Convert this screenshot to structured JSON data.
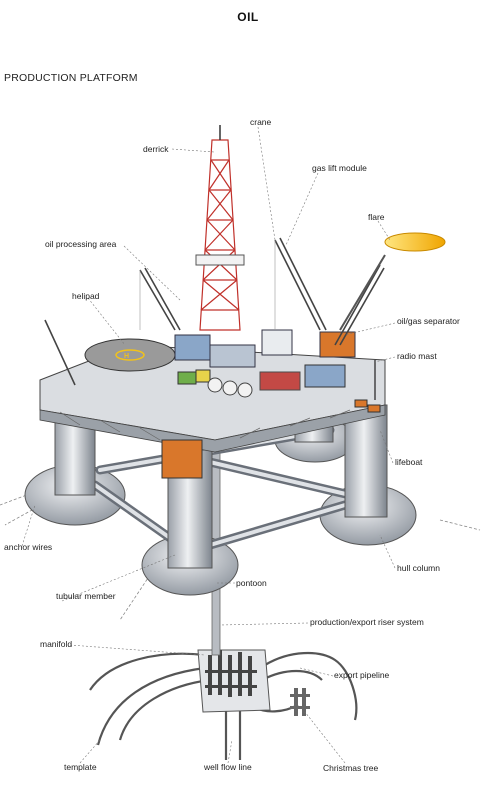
{
  "page_title": "OIL",
  "section_title": "PRODUCTION PLATFORM",
  "labels": {
    "crane": "crane",
    "derrick": "derrick",
    "gas_lift_module": "gas lift module",
    "flare": "flare",
    "oil_processing_area": "oil processing area",
    "helipad": "helipad",
    "oil_gas_separator": "oil/gas separator",
    "radio_mast": "radio mast",
    "lifeboat": "lifeboat",
    "anchor_wires": "anchor wires",
    "hull_column": "hull column",
    "pontoon": "pontoon",
    "tubular_member": "tubular member",
    "production_export_riser_system": "production/export riser system",
    "manifold": "manifold",
    "export_pipeline": "export pipeline",
    "template": "template",
    "well_flow_line": "well flow line",
    "christmas_tree": "Christmas tree"
  },
  "colors": {
    "steel": "#cfd3d8",
    "steel_dark": "#8a9099",
    "derrick_red": "#c0302a",
    "flare_yellow": "#f2c21a",
    "module_orange": "#d9772b",
    "module_blue": "#8aa6c8",
    "module_green": "#6fae4a",
    "helipad_grey": "#9a9a9a"
  }
}
